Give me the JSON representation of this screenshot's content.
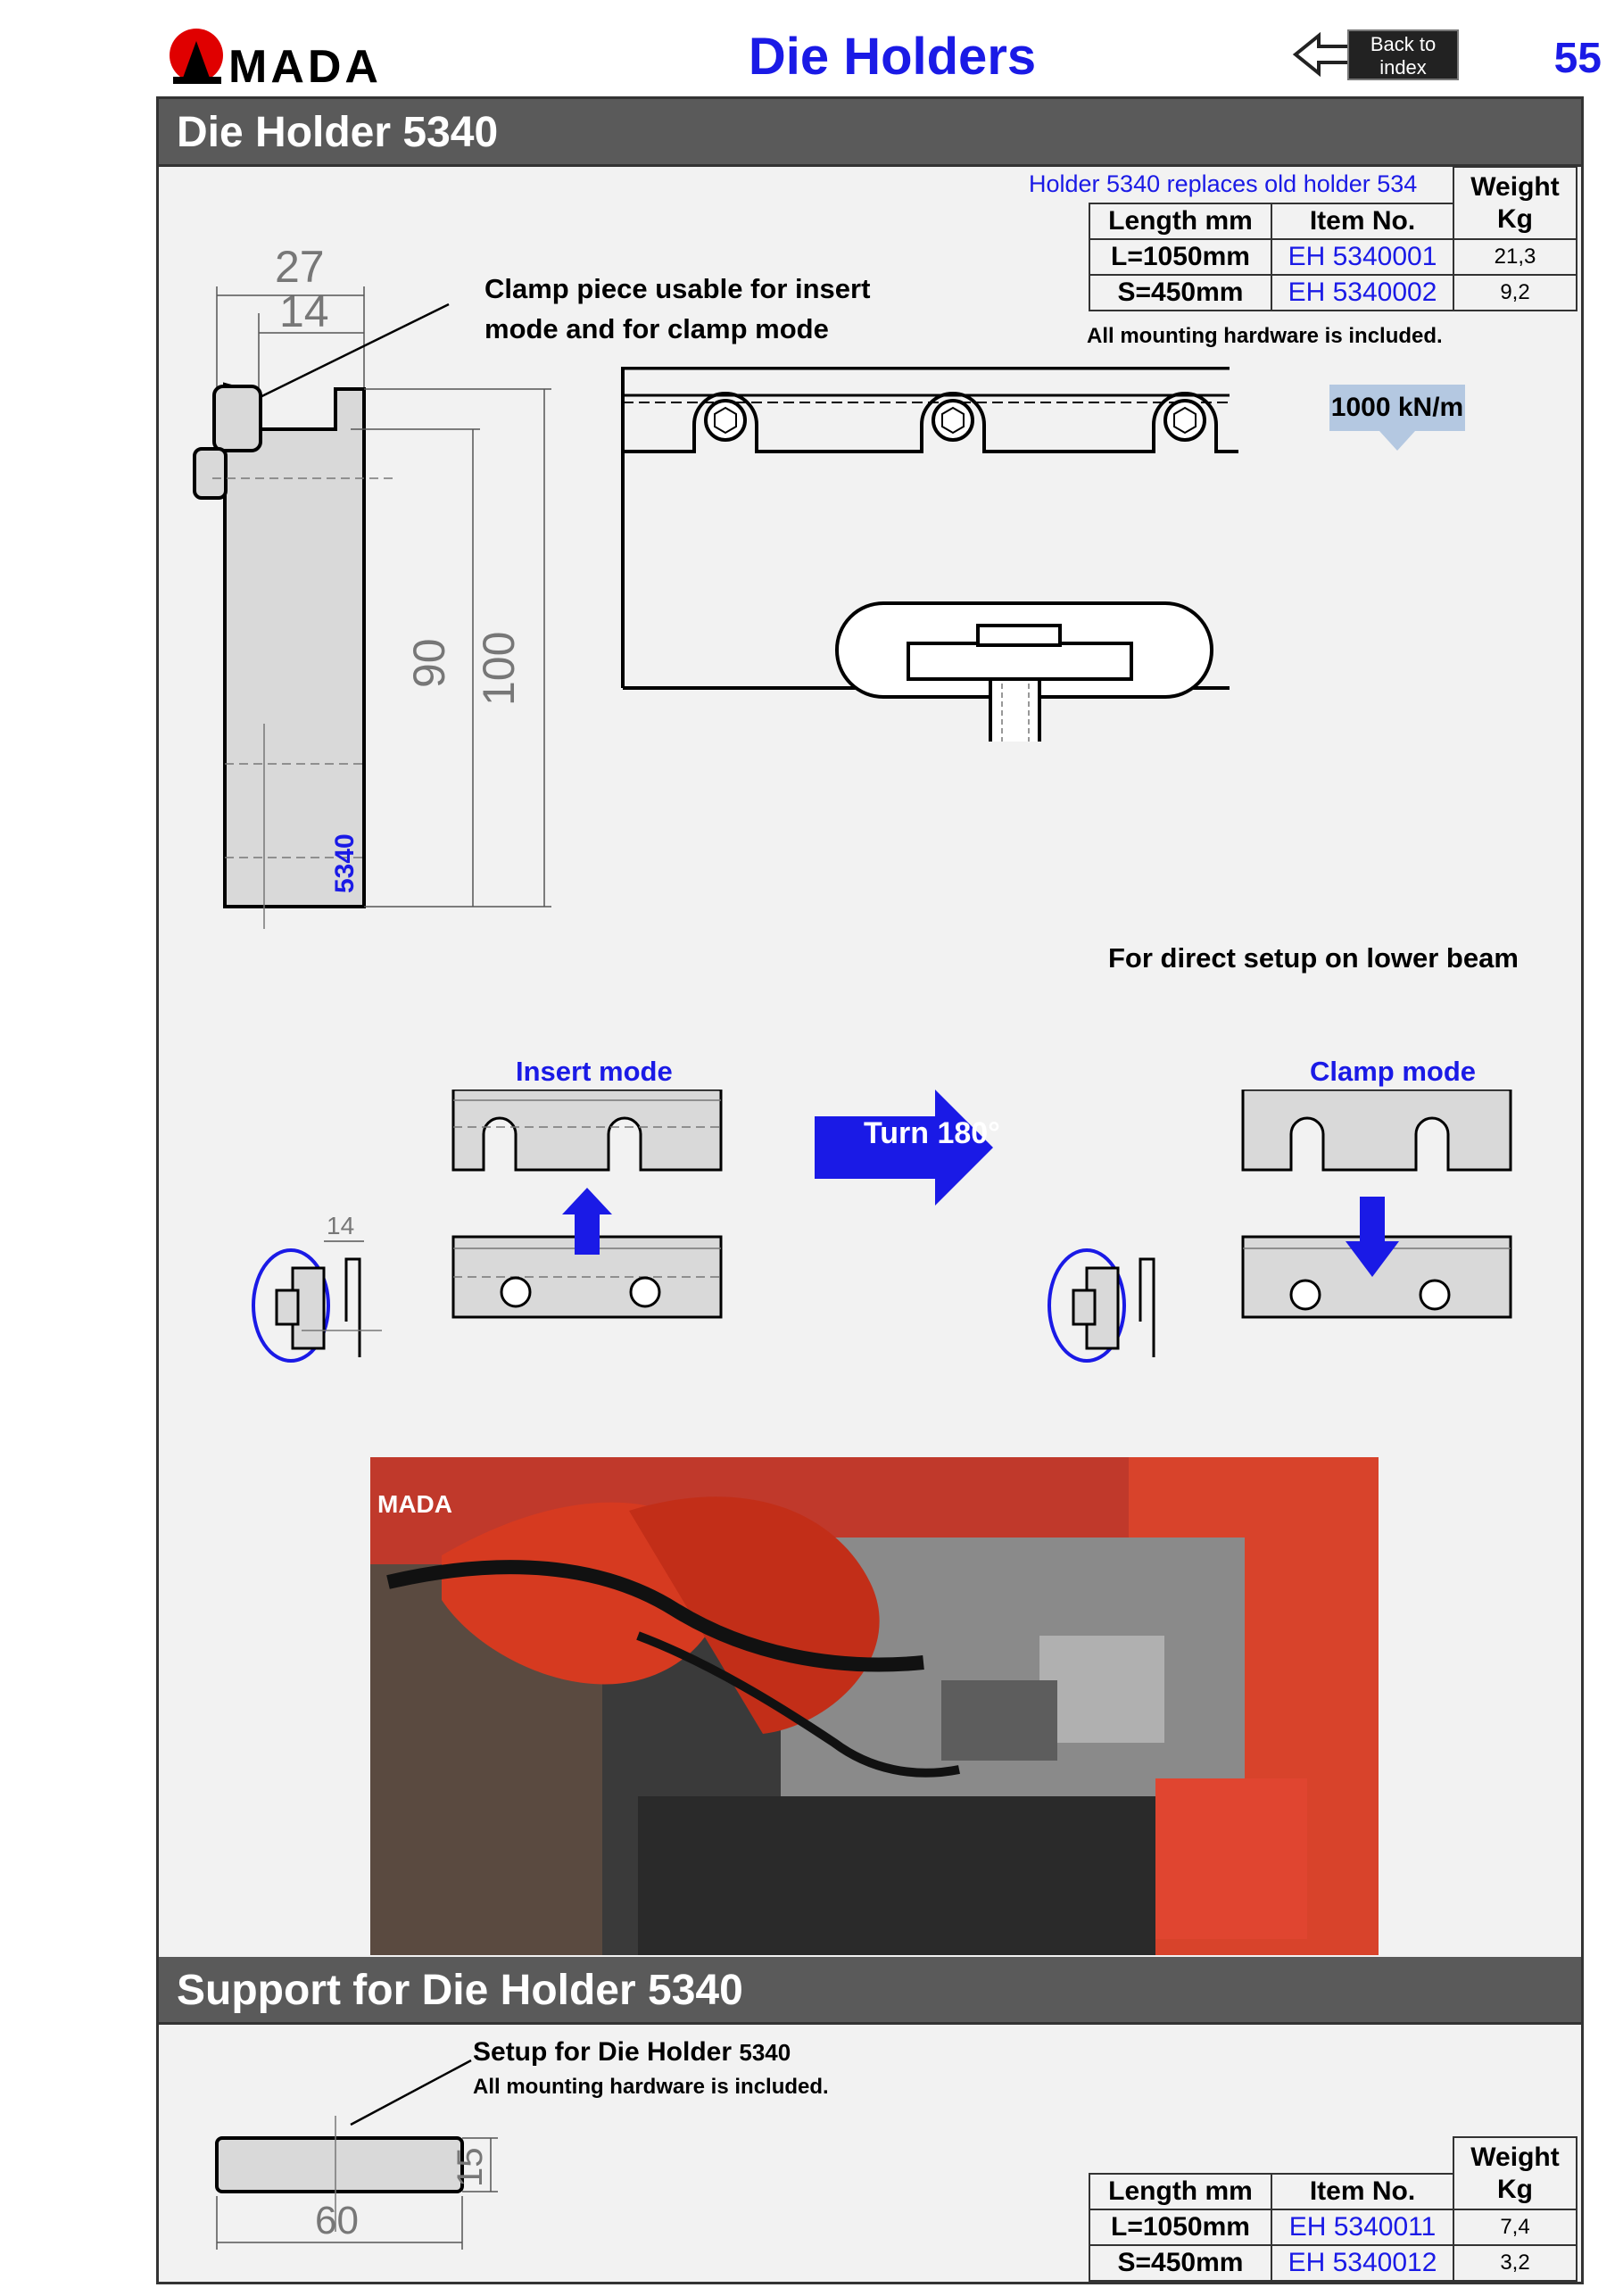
{
  "header": {
    "logo_text": "MADA",
    "title": "Die Holders",
    "back_label_line1": "Back to",
    "back_label_line2": "index",
    "page_number": "55"
  },
  "section1": {
    "title": "Die Holder  5340",
    "replace_note": "Holder 5340 replaces old holder 534",
    "table": {
      "col_length": "Length mm",
      "col_item": "Item No.",
      "col_weight_line1": "Weight",
      "col_weight_line2": "Kg",
      "rows": [
        {
          "length": "L=1050mm",
          "item": "EH 5340001",
          "weight": "21,3"
        },
        {
          "length": "S=450mm",
          "item": "EH 5340002",
          "weight": "9,2"
        }
      ]
    },
    "hardware_note": "All mounting hardware is included.",
    "clamp_note_line1": "Clamp piece usable for insert",
    "clamp_note_line2": "mode and for clamp mode",
    "dim_27": "27",
    "dim_14": "14",
    "dim_90": "90",
    "dim_100": "100",
    "part_label": "5340",
    "load_label": "1000 kN/m",
    "direct_setup_note": "For direct setup  on lower beam",
    "insert_mode": "Insert mode",
    "clamp_mode": "Clamp mode",
    "turn_label": "Turn 180°",
    "small_dim_14": "14",
    "photo_brand": "MADA"
  },
  "section2": {
    "title": "Support for Die Holder  5340",
    "setup_line1": "Setup for Die Holder ",
    "setup_part": "5340",
    "setup_line2": "All mounting hardware is included.",
    "dim_60": "60",
    "dim_15": "15",
    "table": {
      "col_length": "Length mm",
      "col_item": "Item No.",
      "col_weight_line1": "Weight",
      "col_weight_line2": "Kg",
      "rows": [
        {
          "length": "L=1050mm",
          "item": "EH 5340011",
          "weight": "7,4"
        },
        {
          "length": "S=450mm",
          "item": "EH 5340012",
          "weight": "3,2"
        }
      ]
    }
  },
  "colors": {
    "accent_blue": "#1a1ae6",
    "band_gray": "#5a5a5a",
    "panel_bg": "#f2f2f2",
    "load_box": "#b4c8e1",
    "amada_red": "#e00000"
  }
}
